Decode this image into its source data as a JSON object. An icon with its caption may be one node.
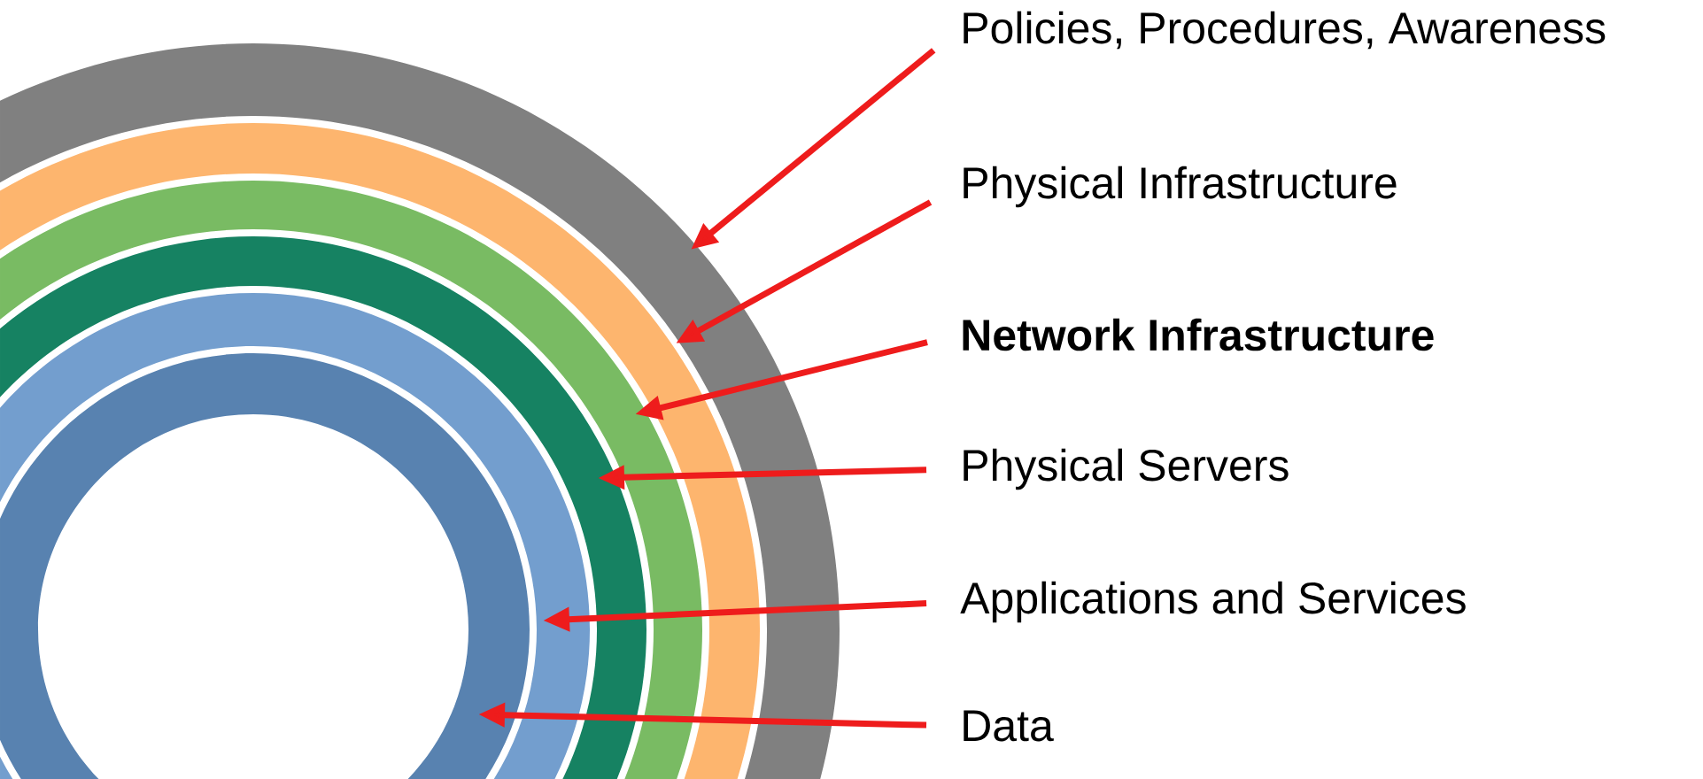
{
  "diagram": {
    "nodes": [
      {
        "text": [
          "Policies, Procedures, Awareness"
        ]
      },
      {
        "text": [
          "Physical Infrastructure"
        ]
      },
      {
        "text": [
          "Network Infrastructure"
        ]
      },
      {
        "text": [
          "Physical Servers"
        ]
      },
      {
        "text": [
          "Applications and Services"
        ]
      },
      {
        "text": [
          "Data"
        ]
      }
    ],
    "edges": [
      {
        "from": 0,
        "to": null,
        "arrow": "to"
      },
      {
        "from": 1,
        "to": null,
        "arrow": "to"
      },
      {
        "from": 2,
        "to": null,
        "arrow": "to"
      },
      {
        "from": 3,
        "to": null,
        "arrow": "to"
      },
      {
        "from": 4,
        "to": null,
        "arrow": "to"
      },
      {
        "from": 5,
        "to": null,
        "arrow": "to"
      }
    ]
  }
}
